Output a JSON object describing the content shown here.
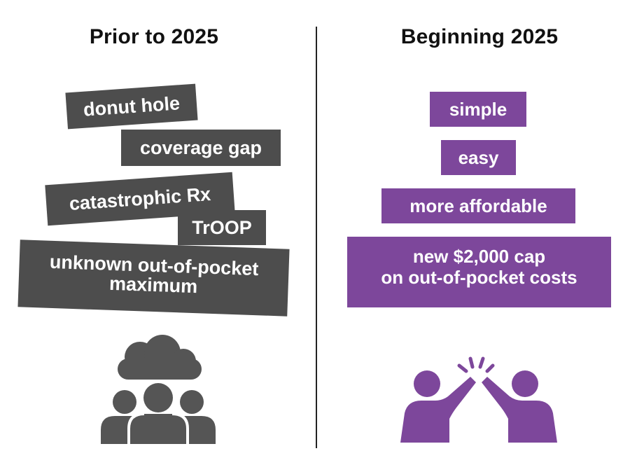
{
  "left": {
    "heading": "Prior to 2025",
    "terms": [
      "donut hole",
      "coverage gap",
      "catastrophic Rx",
      "TrOOP",
      "unknown out-of-pocket maximum"
    ],
    "terms_lines": {
      "unknown_line1": "unknown out-of-pocket",
      "unknown_line2": "maximum"
    },
    "icon": "people-under-cloud-icon"
  },
  "right": {
    "heading": "Beginning 2025",
    "benefits": [
      "simple",
      "easy",
      "more affordable"
    ],
    "cap_line1": "new $2,000 cap",
    "cap_line2": "on out-of-pocket costs",
    "icon": "high-five-icon"
  },
  "colors": {
    "gray_tag": "#4d4d4d",
    "purple_tag": "#7d479b",
    "divider": "#222222",
    "cloud_people": "#555555",
    "high_five": "#7d479b"
  }
}
